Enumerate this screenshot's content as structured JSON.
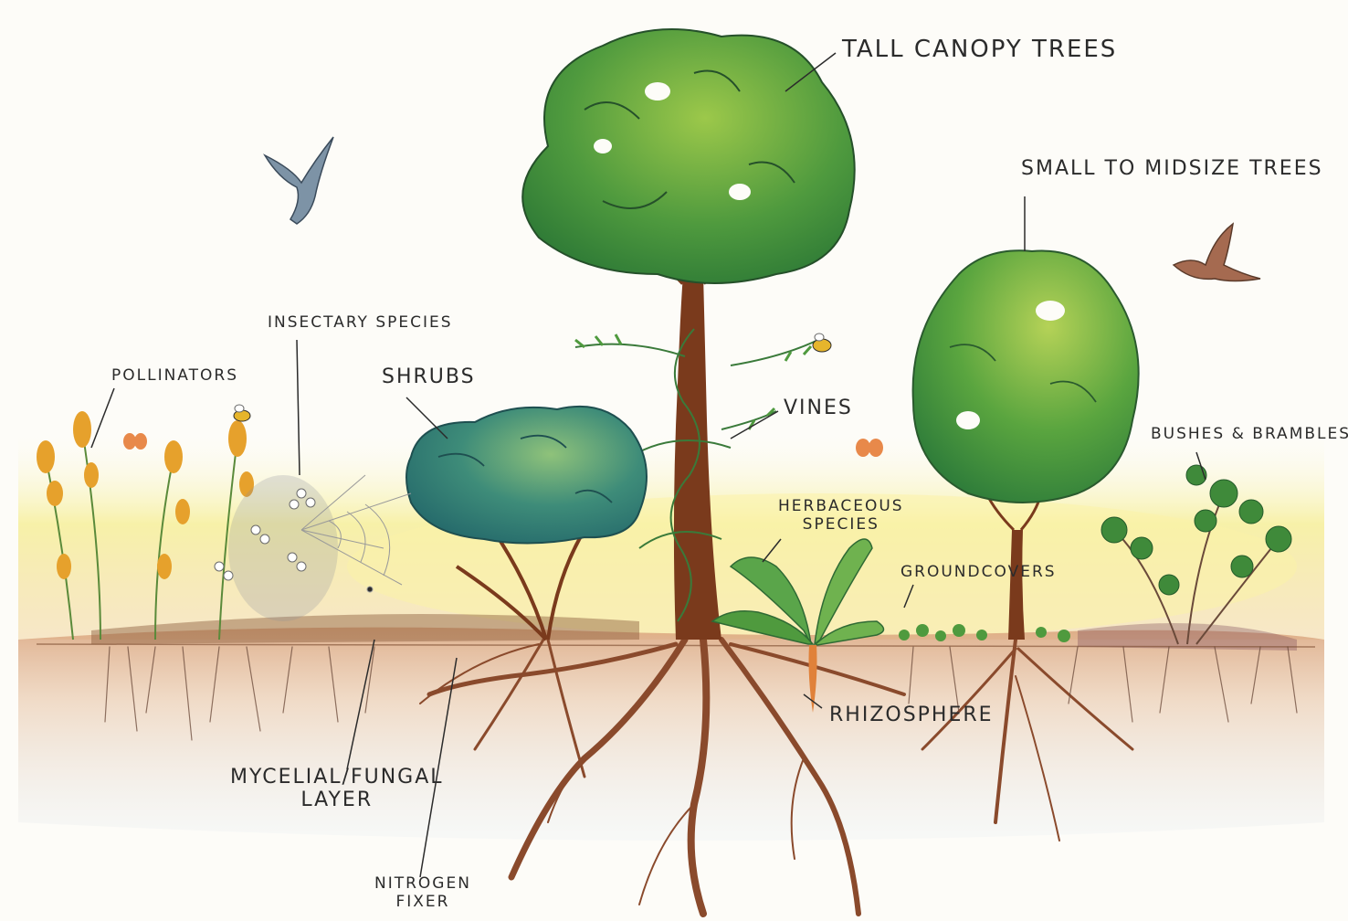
{
  "labels": {
    "tall_canopy_trees": "TALL CANOPY TREES",
    "small_to_midsize_trees": "SMALL TO MIDSIZE TREES",
    "insectary_species": "INSECTARY SPECIES",
    "pollinators": "POLLINATORS",
    "shrubs": "SHRUBS",
    "vines": "VINES",
    "bushes_brambles": "BUSHES & BRAMBLES",
    "herbaceous_line1": "HERBACEOUS",
    "herbaceous_line2": "SPECIES",
    "groundcovers": "GROUNDCOVERS",
    "rhizosphere": "RHIZOSPHERE",
    "mycelial_line1": "MYCELIAL/FUNGAL",
    "mycelial_line2": "LAYER",
    "nitrogen_line1": "NITROGEN",
    "nitrogen_line2": "FIXER"
  },
  "colors": {
    "canopy_green": "#3f8f3a",
    "canopy_light": "#9cc84a",
    "shrub_teal": "#2f7f78",
    "trunk_brown": "#7a3a1c",
    "root_brown": "#8a4a2c",
    "soil": "#d9a27a",
    "sky_glow": "#f6ef9a",
    "goldenrod": "#e6a12c",
    "ink": "#2b2b2b"
  }
}
